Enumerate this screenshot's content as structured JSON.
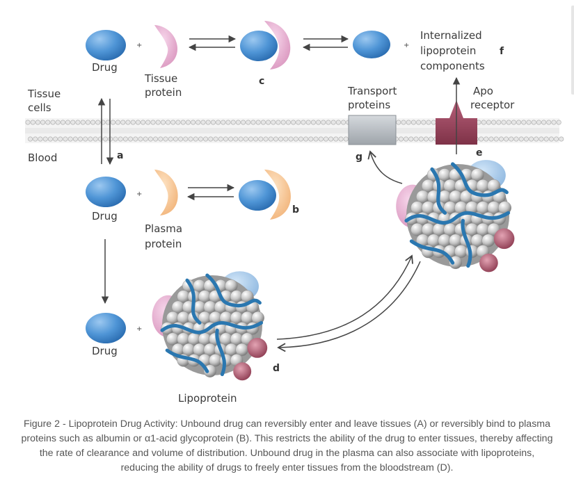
{
  "labels": {
    "drug": "Drug",
    "tissue_protein_line1": "Tissue",
    "tissue_protein_line2": "protein",
    "tissue_cells_line1": "Tissue",
    "tissue_cells_line2": "cells",
    "blood": "Blood",
    "plasma_protein_line1": "Plasma",
    "plasma_protein_line2": "protein",
    "internalized_line1": "Internalized",
    "internalized_line2": "lipoprotein",
    "internalized_line3": "components",
    "transport_line1": "Transport",
    "transport_line2": "proteins",
    "apo_line1": "Apo",
    "apo_line2": "receptor",
    "lipoprotein": "Lipoprotein",
    "plus": "+"
  },
  "letters": {
    "a": "a",
    "b": "b",
    "c": "c",
    "d": "d",
    "e": "e",
    "f": "f",
    "g": "g"
  },
  "caption": "Figure 2 - Lipoprotein Drug Activity: Unbound drug can reversibly enter and leave tissues (A) or reversibly bind to plasma proteins such as albumin or α1-acid glycoprotein (B). This restricts the ability of the drug to enter tissues, thereby affecting the rate of clearance and volume of distribution. Unbound drug in the plasma can also associate with lipoproteins, reducing the ability of drugs to freely enter tissues from the bloodstream (D).",
  "colors": {
    "drug": "#5b9bd5",
    "tissue_protein": "#e3a9cc",
    "plasma_protein": "#f7c99a",
    "transport_protein": "#b6bcc2",
    "apo_receptor": "#9c4a5e",
    "lipoprotein_strand": "#2a77b0",
    "membrane": "#c9c9c9"
  }
}
